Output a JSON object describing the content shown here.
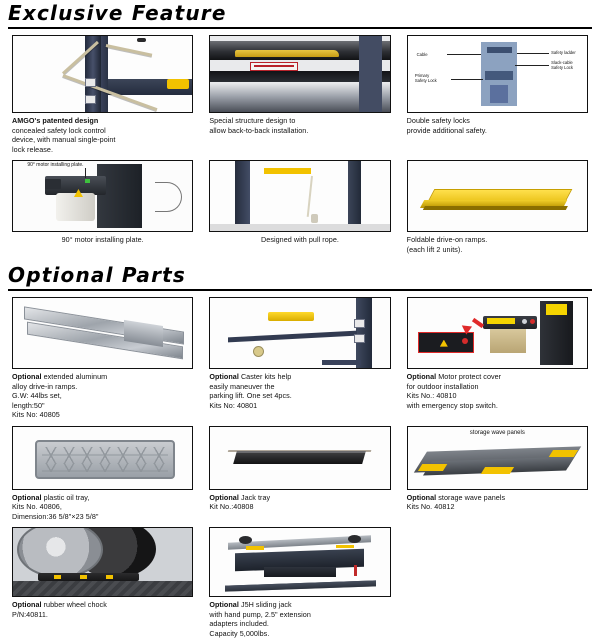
{
  "document": {
    "brand": "AMGO",
    "sections": [
      {
        "id": "exclusive",
        "title": "Exclusive Feature"
      },
      {
        "id": "optional",
        "title": "Optional Parts"
      }
    ]
  },
  "exclusive_feature": {
    "title": "Exclusive Feature",
    "items": [
      {
        "name": "patented-safety-lock",
        "caption_bold": "AMGO's patented design",
        "caption_lines": [
          "concealed safety lock control",
          "device, with manual single-point",
          "lock release."
        ]
      },
      {
        "name": "back-to-back-installation",
        "caption_bold": "",
        "caption_lines": [
          "Special structure design to",
          "allow back-to-back installation."
        ]
      },
      {
        "name": "double-safety-locks",
        "caption_bold": "",
        "caption_lines": [
          "Double safety locks",
          "provide additional safety."
        ],
        "diagram_labels": {
          "cable": "Cable",
          "safety_ladder": "Safety ladder",
          "slack_cable_lock": "Slack-cable\nSafety Lock",
          "primary_lock": "Primary\nSafety Lock"
        }
      },
      {
        "name": "motor-installing-plate",
        "caption_bold": "",
        "caption_lines": [
          "90° motor installing plate."
        ],
        "image_label": "90° motor installing plate."
      },
      {
        "name": "pull-rope",
        "caption_bold": "",
        "caption_lines": [
          "Designed with pull rope."
        ]
      },
      {
        "name": "foldable-drive-on-ramps",
        "caption_bold": "",
        "caption_lines": [
          "Foldable drive-on ramps.",
          "(each lift 2 units)."
        ]
      }
    ]
  },
  "optional_parts": {
    "title": "Optional Parts",
    "items": [
      {
        "name": "extended-aluminum-ramps",
        "caption_bold": "Optional",
        "caption_lines": [
          "extended aluminum",
          "alloy drive-in ramps.",
          "G.W: 44lbs set,",
          "length:50\"",
          "Kits No: 40805"
        ]
      },
      {
        "name": "caster-kits",
        "caption_bold": "Optional",
        "caption_lines": [
          "Caster kits help",
          "easily maneuver the",
          "parking lift. One set 4pcs.",
          "Kits No: 40801"
        ]
      },
      {
        "name": "motor-protect-cover",
        "caption_bold": "Optional",
        "caption_lines": [
          "Motor protect cover",
          "for outdoor installation",
          "Kits No.: 40810",
          "with emergency stop switch."
        ]
      },
      {
        "name": "plastic-oil-tray",
        "caption_bold": "Optional",
        "caption_lines": [
          "plastic oil tray,",
          "Kits No. 40806,",
          "Dimension:36 5/8\"×23 5/8\""
        ]
      },
      {
        "name": "jack-tray",
        "caption_bold": "Optional",
        "caption_lines": [
          "Jack tray",
          "Kit No.:40808"
        ]
      },
      {
        "name": "storage-wave-panels",
        "caption_bold": "Optional",
        "caption_lines": [
          "storage wave panels",
          "Kits No. 40812"
        ],
        "image_label": "storage wave panels"
      },
      {
        "name": "rubber-wheel-chock",
        "caption_bold": "Optional",
        "caption_lines": [
          "rubber wheel chock",
          "P/N:40811."
        ]
      },
      {
        "name": "j5h-sliding-jack",
        "caption_bold": "Optional",
        "caption_lines": [
          "J5H sliding jack",
          "with hand pump, 2.5\" extension",
          "adapters included.",
          "Capacity 5,000lbs."
        ]
      }
    ]
  },
  "colors": {
    "accent_yellow": "#f2c200",
    "dark_steel": "#2b3346",
    "text": "#111111",
    "alert_red": "#e02a2a"
  }
}
